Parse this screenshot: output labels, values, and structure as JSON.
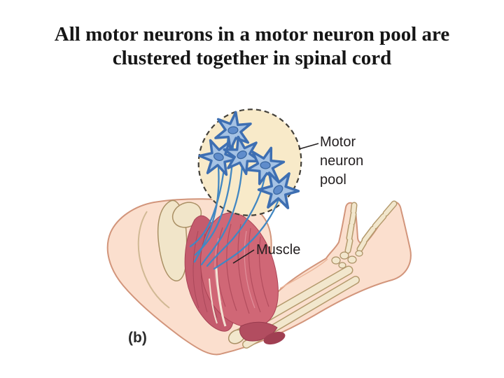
{
  "slide": {
    "title_line1": "All motor neurons in a motor neuron pool are",
    "title_line2": "clustered together in spinal cord",
    "figure_label": "(b)"
  },
  "figure": {
    "labels": {
      "motor_neuron_pool": "Motor neuron pool",
      "muscle": "Muscle"
    },
    "neuron_count": 5,
    "colors": {
      "pool_fill": "#f8eac9",
      "pool_dash_stroke": "#44413a",
      "neuron_fill": "#a5c2e4",
      "neuron_stroke": "#3e6fb2",
      "nucleus_fill": "#5f8ccb",
      "axon_blue": "#4287c2",
      "muscle_red": "#d06776",
      "muscle_dark_red": "#a84456",
      "bone_fill": "#f2e7cd",
      "bone_stroke": "#b49a6d",
      "skin_fill": "#fbdfce",
      "skin_stroke": "#d2957b",
      "label_text": "#231f20"
    }
  }
}
